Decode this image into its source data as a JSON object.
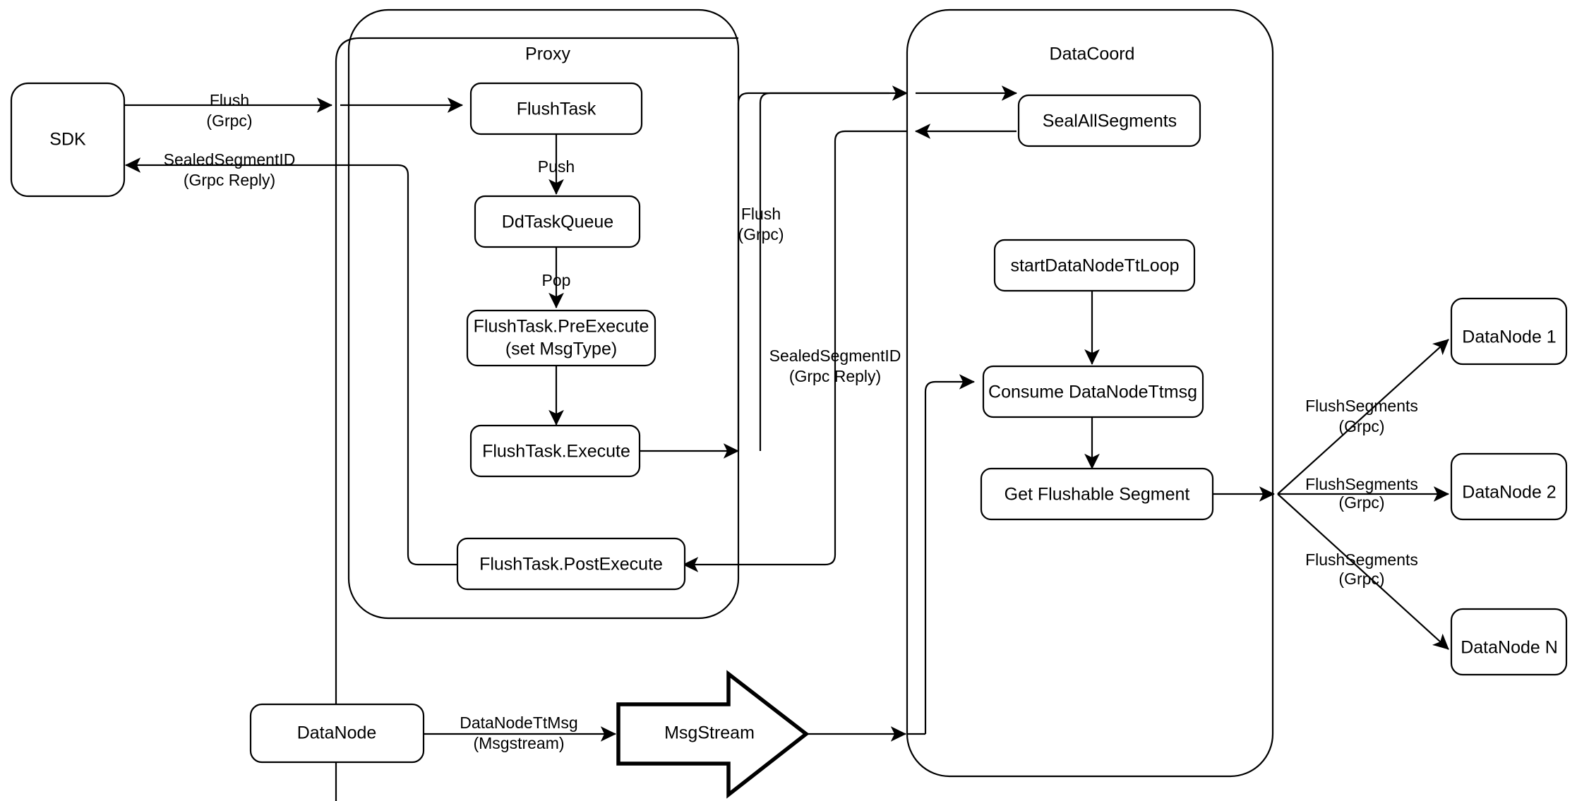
{
  "diagram": {
    "title": "Milvus Flush Sequence Architecture",
    "background_color": "#ffffff",
    "stroke_color": "#000000"
  },
  "containers": [
    {
      "id": "proxy",
      "label": "Proxy"
    },
    {
      "id": "datacoord",
      "label": "DataCoord"
    }
  ],
  "nodes": {
    "sdk": "SDK",
    "flush_task": "FlushTask",
    "dd_task_queue": "DdTaskQueue",
    "pre_execute_line1": "FlushTask.PreExecute",
    "pre_execute_line2": "(set MsgType)",
    "execute": "FlushTask.Execute",
    "post_execute": "FlushTask.PostExecute",
    "seal_all_segments": "SealAllSegments",
    "start_datanode_tt_loop": "startDataNodeTtLoop",
    "consume_datanode_ttmsg": "Consume DataNodeTtmsg",
    "get_flushable_segment": "Get Flushable Segment",
    "datanode_1": "DataNode 1",
    "datanode_2": "DataNode 2",
    "datanode_n": "DataNode N",
    "datanode_source": "DataNode",
    "msgstream": "MsgStream"
  },
  "edge_labels": {
    "sdk_to_proxy_l1": "Flush",
    "sdk_to_proxy_l2": "(Grpc)",
    "proxy_to_sdk_l1": "SealedSegmentID",
    "proxy_to_sdk_l2": "(Grpc Reply)",
    "push": "Push",
    "pop": "Pop",
    "proxy_to_coord_l1": "Flush",
    "proxy_to_coord_l2": "(Grpc)",
    "coord_to_proxy_l1": "SealedSegmentID",
    "coord_to_proxy_l2": "(Grpc Reply)",
    "datanode_ttmsg_l1": "DataNodeTtMsg",
    "datanode_ttmsg_l2": "(Msgstream)",
    "flush_segments_1_l1": "FlushSegments",
    "flush_segments_1_l2": "(Grpc)",
    "flush_segments_2_l1": "FlushSegments",
    "flush_segments_2_l2": "(Grpc)",
    "flush_segments_n_l1": "FlushSegments",
    "flush_segments_n_l2": "(Grpc)"
  }
}
